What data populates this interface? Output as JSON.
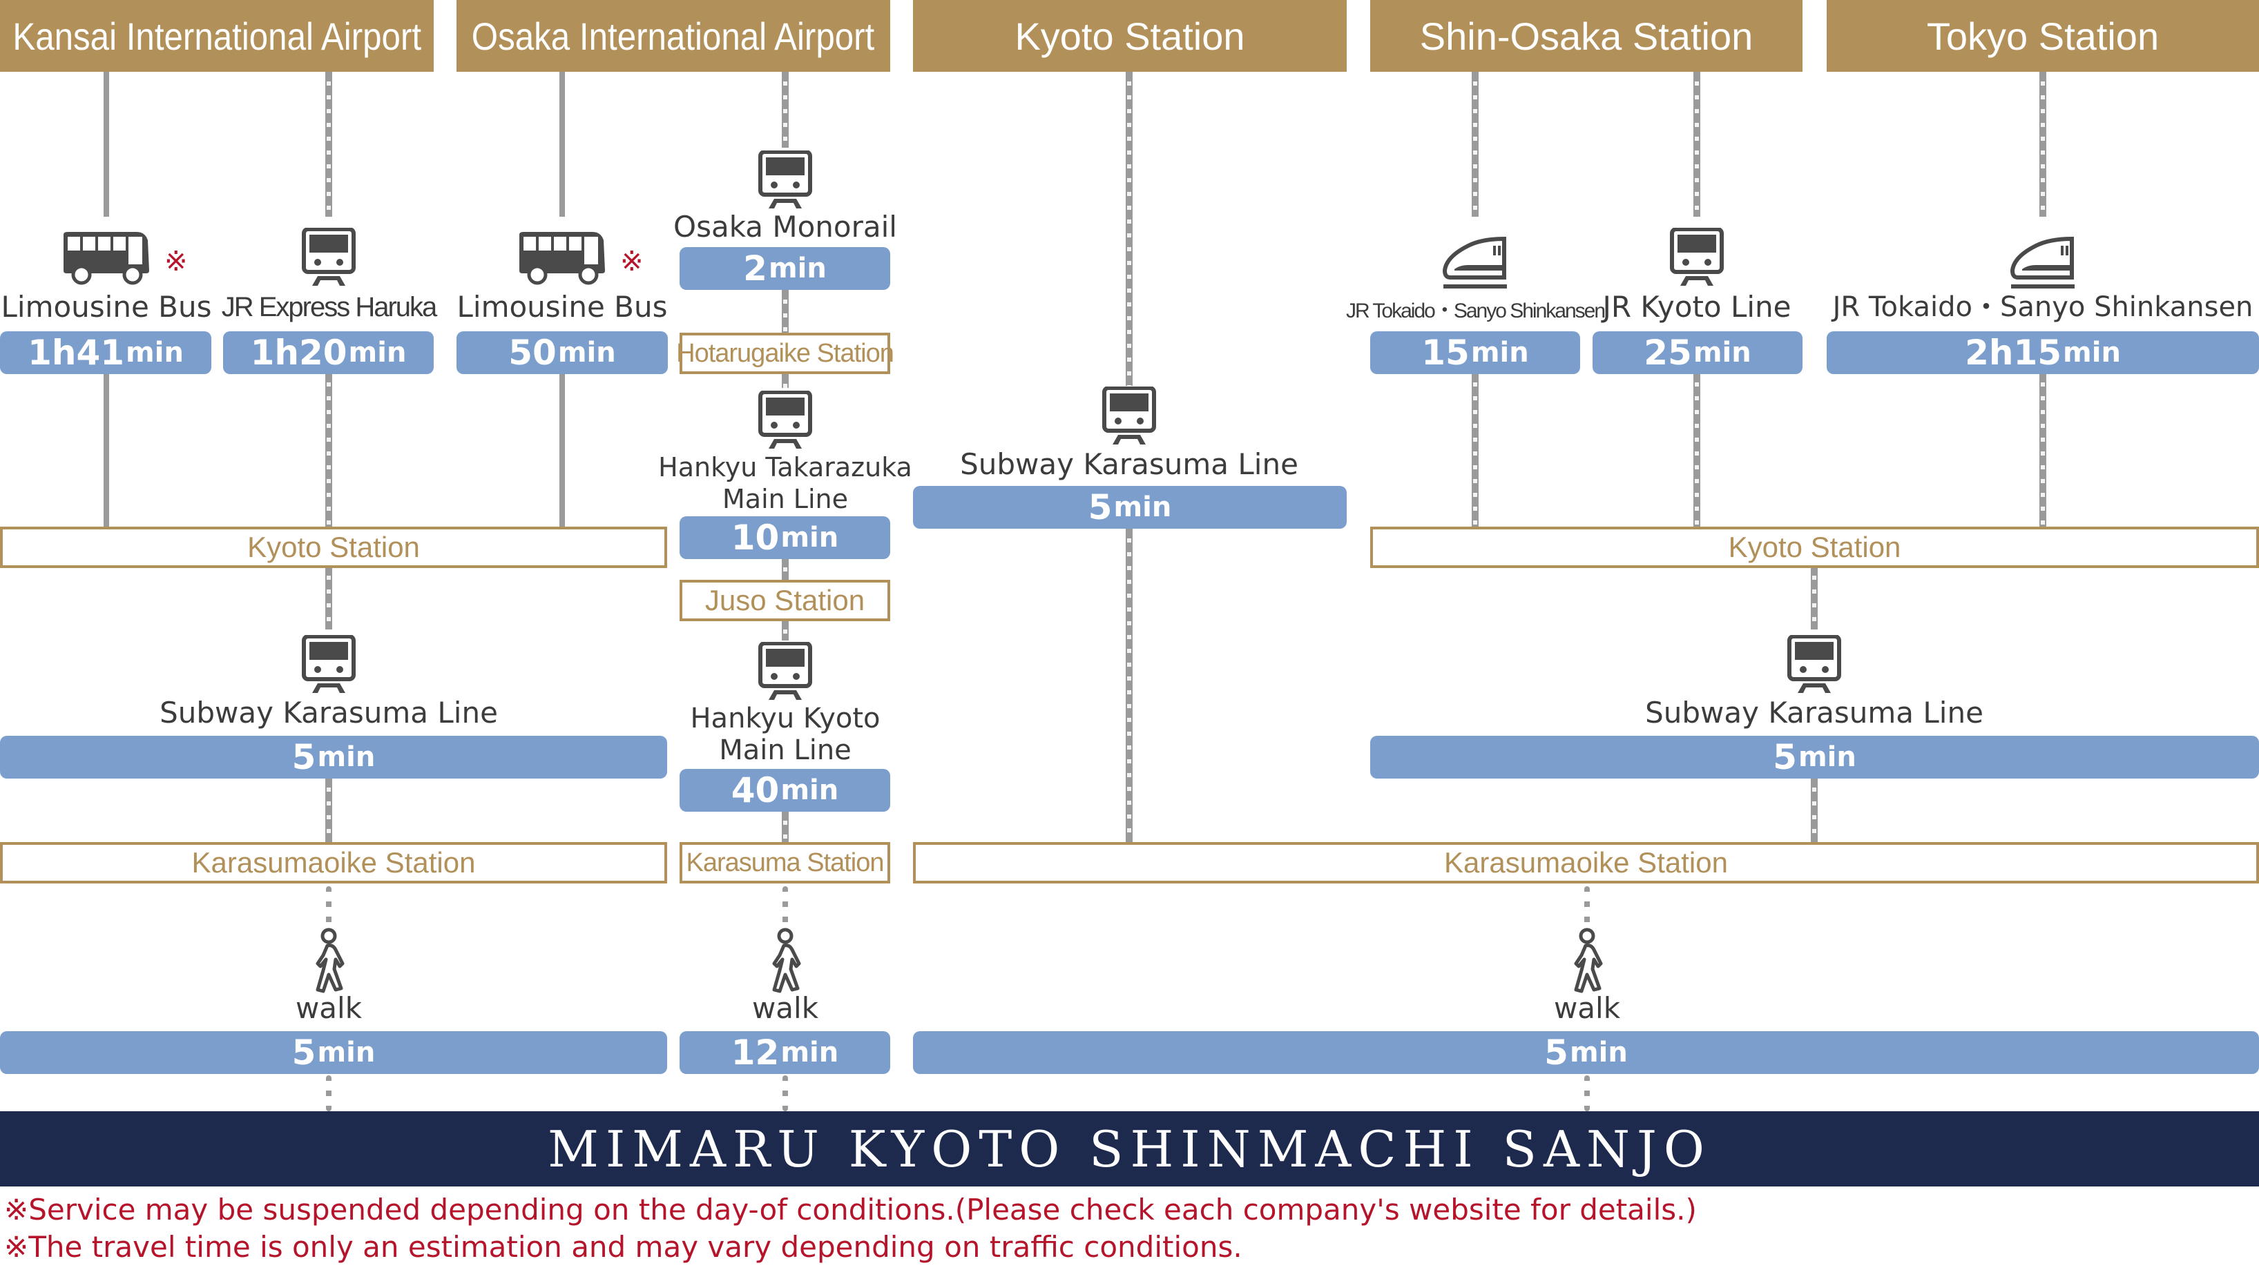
{
  "headers": {
    "kansai": "Kansai International Airport",
    "itami": "Osaka International Airport",
    "kyoto": "Kyoto Station",
    "shin_osaka": "Shin-Osaka Station",
    "tokyo": "Tokyo Station"
  },
  "routes": {
    "kansai_bus": {
      "label": "Limousine Bus",
      "time_num": "1h41",
      "unit": "min",
      "icon": "bus-icon",
      "note": "※"
    },
    "kansai_haruka": {
      "label": "JR Express Haruka",
      "time_num": "1h20",
      "unit": "min",
      "icon": "train-icon"
    },
    "itami_bus": {
      "label": "Limousine Bus",
      "time_num": "50",
      "unit": "min",
      "icon": "bus-icon",
      "note": "※"
    },
    "itami_monorail": {
      "label": "Osaka Monorail",
      "time_num": "2",
      "unit": "min",
      "icon": "train-icon"
    },
    "itami_takarazuka": {
      "label_1": "Hankyu Takarazuka",
      "label_2": "Main Line",
      "time_num": "10",
      "unit": "min",
      "icon": "train-icon"
    },
    "itami_hankyu_kyoto": {
      "label_1": "Hankyu Kyoto",
      "label_2": "Main Line",
      "time_num": "40",
      "unit": "min",
      "icon": "train-icon"
    },
    "kyoto_subway": {
      "label": "Subway Karasuma Line",
      "time_num": "5",
      "unit": "min",
      "icon": "train-icon"
    },
    "shinosaka_shinkansen": {
      "label": "JR Tokaido・Sanyo Shinkansen",
      "time_num": "15",
      "unit": "min",
      "icon": "shinkansen-icon"
    },
    "shinosaka_jr_kyoto": {
      "label": "JR Kyoto Line",
      "time_num": "25",
      "unit": "min",
      "icon": "train-icon"
    },
    "tokyo_shinkansen": {
      "label": "JR Tokaido・Sanyo Shinkansen",
      "time_num": "2h15",
      "unit": "min",
      "icon": "shinkansen-icon"
    },
    "left_subway": {
      "label": "Subway Karasuma Line",
      "time_num": "5",
      "unit": "min",
      "icon": "train-icon"
    },
    "right_subway": {
      "label": "Subway Karasuma Line",
      "time_num": "5",
      "unit": "min",
      "icon": "train-icon"
    },
    "left_walk": {
      "label": "walk",
      "time_num": "5",
      "unit": "min",
      "icon": "walk-icon"
    },
    "mid_walk": {
      "label": "walk",
      "time_num": "12",
      "unit": "min",
      "icon": "walk-icon"
    },
    "right_walk": {
      "label": "walk",
      "time_num": "5",
      "unit": "min",
      "icon": "walk-icon"
    }
  },
  "stations": {
    "left_kyoto": "Kyoto Station",
    "right_kyoto": "Kyoto Station",
    "hotarugaike": "Hotarugaike Station",
    "juso": "Juso Station",
    "karasuma": "Karasuma Station",
    "left_karasumaoike": "Karasumaoike Station",
    "right_karasumaoike": "Karasumaoike Station"
  },
  "destination": "MIMARU KYOTO SHINMACHI SANJO",
  "footnotes": [
    "※Service may be suspended depending on the day-of conditions.(Please check each company's website for details.)",
    "※The travel time is only an estimation and may vary depending on traffic conditions."
  ],
  "colors": {
    "header_gold": "#b2905a",
    "time_bar_blue": "#7b9ecd",
    "banner_navy": "#1d2a4e",
    "note_red": "#b5142b",
    "icon_gray": "#4a4a4a"
  }
}
